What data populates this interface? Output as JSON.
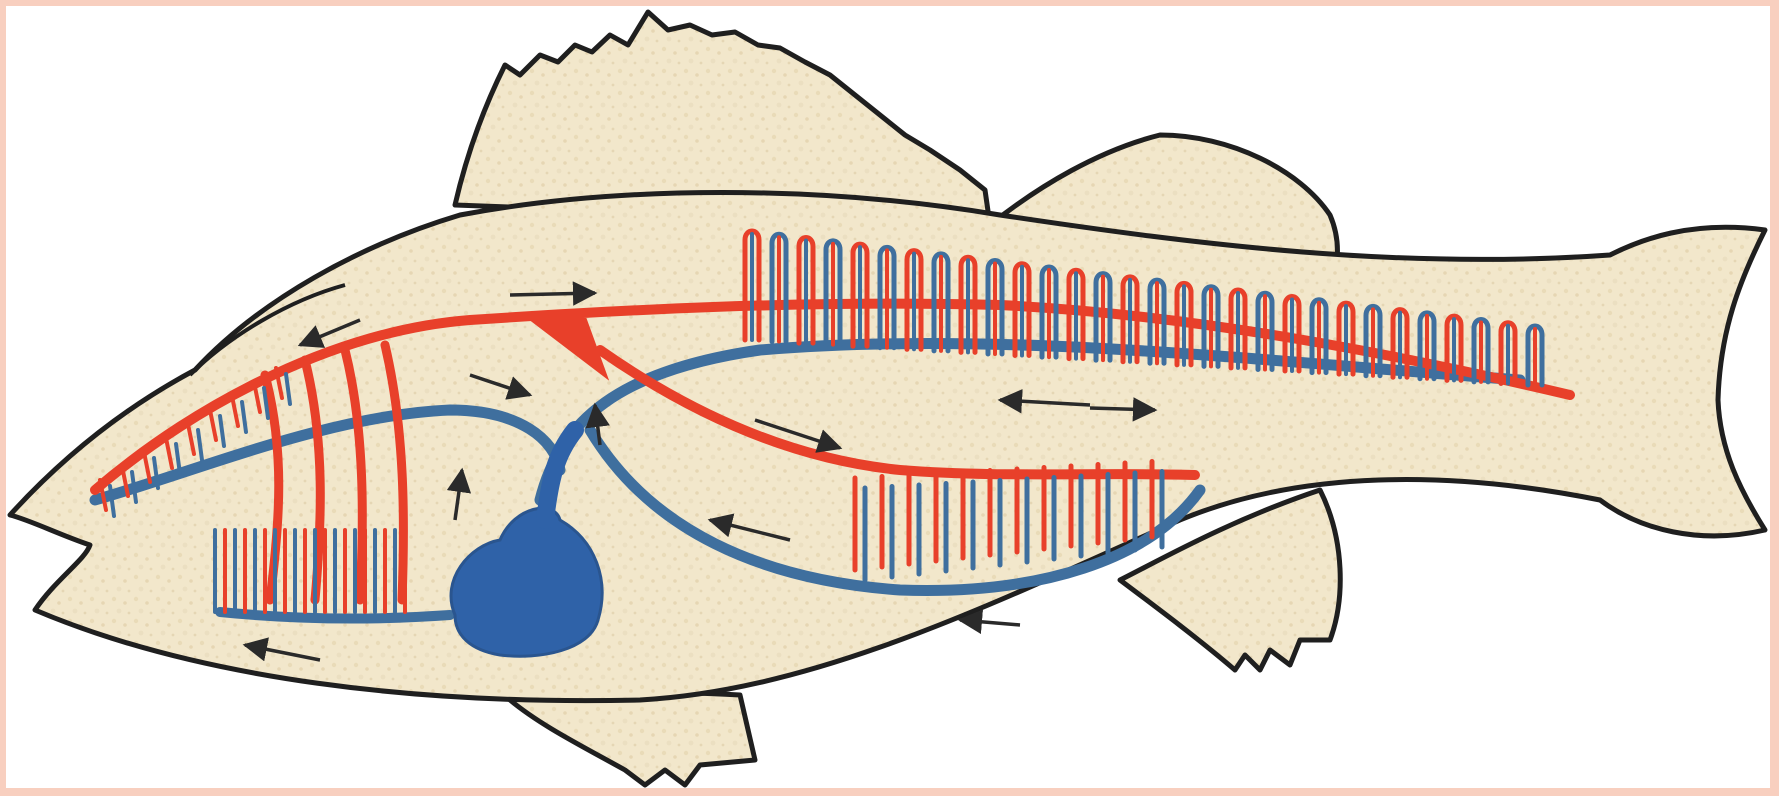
{
  "diagram": {
    "subject": "fish-circulatory-system",
    "colors": {
      "frame": "#f8cfbf",
      "body_fill": "#f1e6c8",
      "outline": "#1f1f1f",
      "arterial_blood": "#e8402a",
      "venous_blood": "#3f6f9e",
      "heart": "#2f62a8",
      "flow_arrow": "#2a2a2a"
    },
    "parts": {
      "heart": "heart",
      "gills": "gill-capillaries",
      "dorsal_aorta": "dorsal-aorta",
      "ventral_vein": "cardinal-vein",
      "body_capillaries": "capillaries"
    }
  }
}
